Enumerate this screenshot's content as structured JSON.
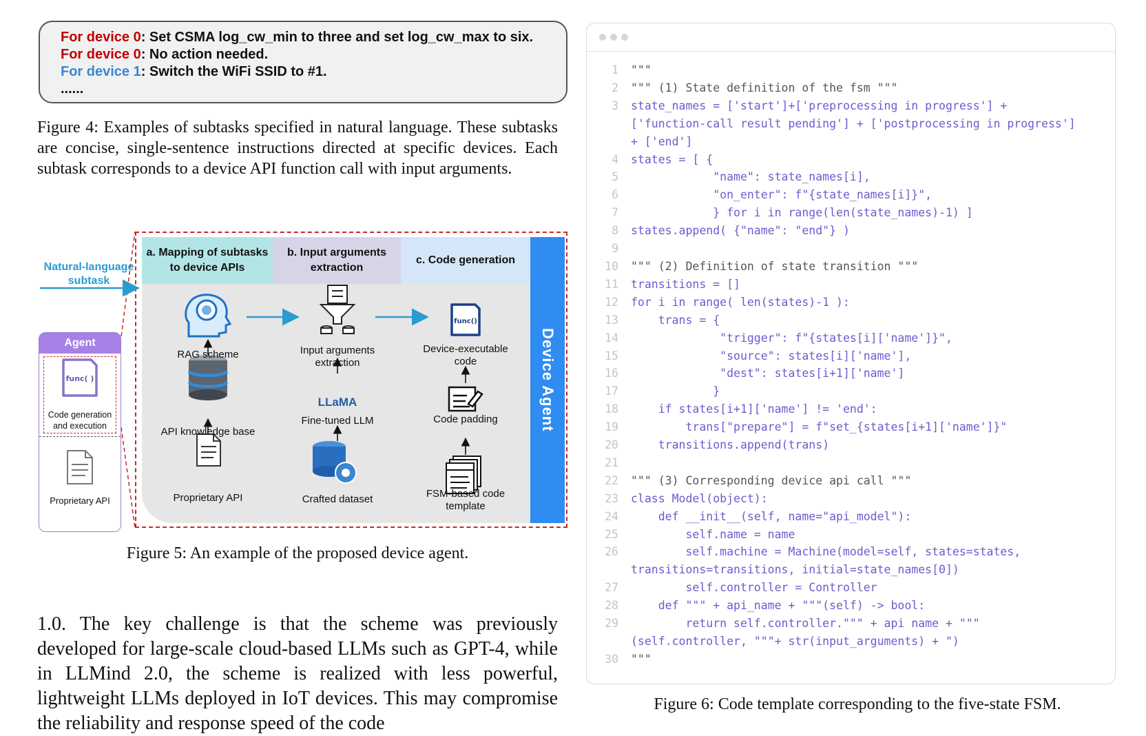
{
  "subtasks": [
    {
      "device": "For device 0",
      "text": ": Set CSMA log_cw_min to three and set log_cw_max to six.",
      "color": "#c00000"
    },
    {
      "device": "For device 0",
      "text": ": No action needed.",
      "color": "#c00000"
    },
    {
      "device": "For device 1",
      "text": ": Switch the WiFi SSID to #1.",
      "color": "#3a86d1"
    }
  ],
  "subtasks_more": "......",
  "figure4_caption": "Figure 4: Examples of subtasks specified in natural language. These subtasks are concise, single-sentence instructions directed at specific devices. Each subtask corresponds to a device API function call with input arguments.",
  "figure5": {
    "input_label": "Natural-language subtask",
    "agent_title": "Agent",
    "agent_func": "func( )",
    "agent_codegen": "Code generation and execution",
    "agent_api": "Proprietary API",
    "col_a_title": "a. Mapping of subtasks to device APIs",
    "col_b_title": "b. Input arguments extraction",
    "col_c_title": "c. Code generation",
    "rag": "RAG scheme",
    "api_kb": "API knowledge base",
    "prop_api": "Proprietary API",
    "input_extract": "Input arguments extraction",
    "llama": "LLaMA",
    "finetuned": "Fine-tuned LLM",
    "crafted": "Crafted dataset",
    "dev_code": "Device-executable code",
    "func_icon": "func()",
    "padding": "Code padding",
    "fsm_template": "FSM-based code template",
    "device_agent": "Device Agent"
  },
  "figure5_caption": "Figure 5: An example of the proposed device agent.",
  "body_text": "1.0. The key challenge is that the scheme was previously developed for large-scale cloud-based LLMs such as GPT-4, while in LLMind 2.0, the scheme is realized with less powerful, lightweight LLMs deployed in IoT devices. This may compromise the reliability and response speed of the code",
  "code_lines": [
    {
      "n": "1",
      "t": "\"\"\""
    },
    {
      "n": "2",
      "t": "\"\"\" (1) State definition of the fsm \"\"\""
    },
    {
      "n": "3",
      "t": "state_names = ['start']+['preprocessing in progress'] +"
    },
    {
      "n": "",
      "t": "['function-call result pending'] + ['postprocessing in progress']"
    },
    {
      "n": "",
      "t": "+ ['end']"
    },
    {
      "n": "4",
      "t": "states = [ {"
    },
    {
      "n": "5",
      "t": "            \"name\": state_names[i],"
    },
    {
      "n": "6",
      "t": "            \"on_enter\": f\"{state_names[i]}\","
    },
    {
      "n": "7",
      "t": "            } for i in range(len(state_names)-1) ]"
    },
    {
      "n": "8",
      "t": "states.append( {\"name\": \"end\"} )"
    },
    {
      "n": "9",
      "t": ""
    },
    {
      "n": "10",
      "t": "\"\"\" (2) Definition of state transition \"\"\""
    },
    {
      "n": "11",
      "t": "transitions = []"
    },
    {
      "n": "12",
      "t": "for i in range( len(states)-1 ):"
    },
    {
      "n": "13",
      "t": "    trans = {"
    },
    {
      "n": "14",
      "t": "             \"trigger\": f\"{states[i]['name']}\","
    },
    {
      "n": "15",
      "t": "             \"source\": states[i]['name'],"
    },
    {
      "n": "16",
      "t": "             \"dest\": states[i+1]['name']"
    },
    {
      "n": "17",
      "t": "            }"
    },
    {
      "n": "18",
      "t": "    if states[i+1]['name'] != 'end':"
    },
    {
      "n": "19",
      "t": "        trans[\"prepare\"] = f\"set_{states[i+1]['name']}\""
    },
    {
      "n": "20",
      "t": "    transitions.append(trans)"
    },
    {
      "n": "21",
      "t": ""
    },
    {
      "n": "22",
      "t": "\"\"\" (3) Corresponding device api call \"\"\""
    },
    {
      "n": "23",
      "t": "class Model(object):"
    },
    {
      "n": "24",
      "t": "    def __init__(self, name=\"api_model\"):"
    },
    {
      "n": "25",
      "t": "        self.name = name"
    },
    {
      "n": "26",
      "t": "        self.machine = Machine(model=self, states=states,"
    },
    {
      "n": "",
      "t": "transitions=transitions, initial=state_names[0])"
    },
    {
      "n": "27",
      "t": "        self.controller = Controller"
    },
    {
      "n": "28",
      "t": "    def \"\"\" + api_name + \"\"\"(self) -> bool:"
    },
    {
      "n": "29",
      "t": "        return self.controller.\"\"\" + api name + \"\"\""
    },
    {
      "n": "",
      "t": "(self.controller, \"\"\"+ str(input_arguments) + \")"
    },
    {
      "n": "30",
      "t": "\"\"\""
    }
  ],
  "figure6_caption": "Figure 6: Code template corresponding to the five-state FSM."
}
